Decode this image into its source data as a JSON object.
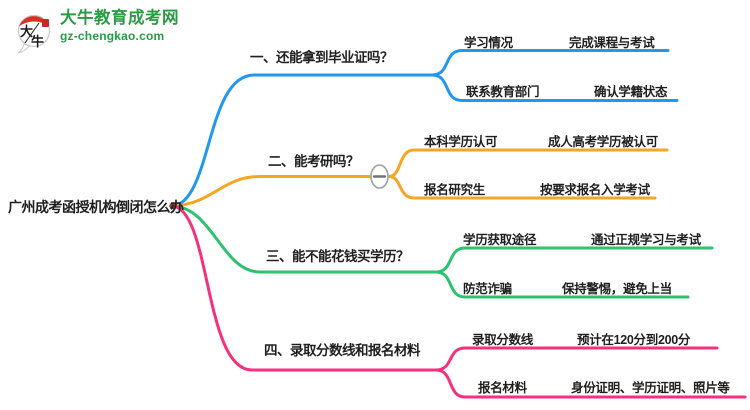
{
  "logo": {
    "title": "大牛教育成考网",
    "domain": "gz-chengkao.com",
    "icon_text_top": "大",
    "icon_text_bottom": "牛"
  },
  "icons": {
    "logo_bubble": "speech-bubble with red hat and seal",
    "collapse_minus": "−"
  },
  "root": {
    "label": "广州成考函授机构倒闭怎么办"
  },
  "branches": [
    {
      "label": "一、还能拿到毕业证吗？",
      "color": "#2297F2",
      "rows": [
        {
          "topic": "学习情况",
          "detail": "完成课程与考试"
        },
        {
          "topic": "联系教育部门",
          "detail": "确认学籍状态"
        }
      ]
    },
    {
      "label": "二、能考研吗？",
      "color": "#F5A623",
      "collapsed": false,
      "rows": [
        {
          "topic": "本科学历认可",
          "detail": "成人高考学历被认可"
        },
        {
          "topic": "报名研究生",
          "detail": "按要求报名入学考试"
        }
      ]
    },
    {
      "label": "三、能不能花钱买学历？",
      "color": "#2DC26D",
      "rows": [
        {
          "topic": "学历获取途径",
          "detail": "通过正规学习与考试"
        },
        {
          "topic": "防范诈骗",
          "detail": "保持警惕，避免上当"
        }
      ]
    },
    {
      "label": "四、录取分数线和报名材料",
      "color": "#F5317F",
      "rows": [
        {
          "topic": "录取分数线",
          "detail": "预计在120分到200分"
        },
        {
          "topic": "报名材料",
          "detail": "身份证明、学历证明、照片等"
        }
      ]
    }
  ],
  "colors": {
    "branch1": "#2297F2",
    "branch2": "#F5A623",
    "branch3": "#2DC26D",
    "branch4": "#F5317F",
    "logo_green": "#2B9B43",
    "node_text": "#1F1F1F",
    "root_dot": "#8D3A3A",
    "collapse_ring": "#9AA0A6",
    "collapse_minus": "#6F7377"
  }
}
